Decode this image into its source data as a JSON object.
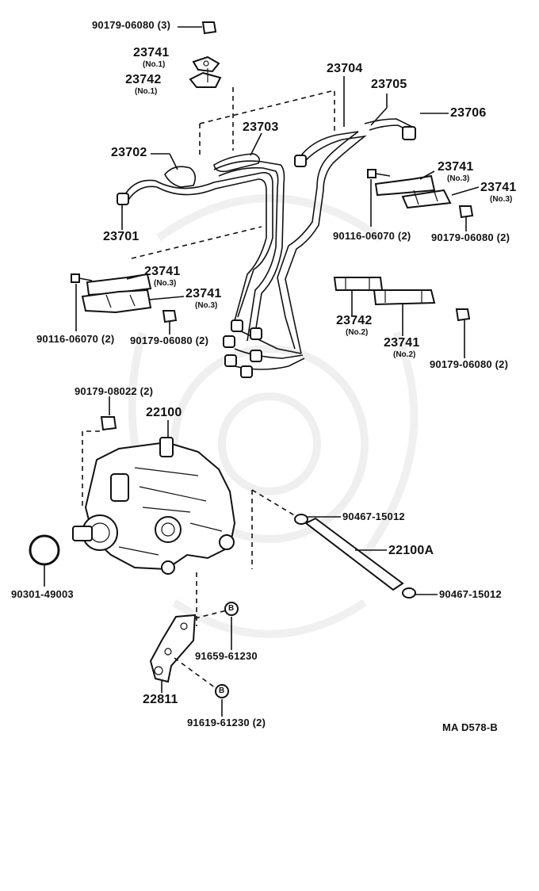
{
  "labels": {
    "p90179_06080_3": "90179-06080 (3)",
    "p23741_no1": "23741",
    "no1_a": "(No.1)",
    "p23742_no1": "23742",
    "no1_b": "(No.1)",
    "p23704": "23704",
    "p23705": "23705",
    "p23706": "23706",
    "p23703": "23703",
    "p23702": "23702",
    "p23701": "23701",
    "p23741_no3_right_a": "23741",
    "no3_right_a": "(No.3)",
    "p23741_no3_right_b": "23741",
    "no3_right_b": "(No.3)",
    "p90116_06070_right": "90116-06070 (2)",
    "p90179_06080_right": "90179-06080 (2)",
    "p23741_no3_left_a": "23741",
    "no3_left_a": "(No.3)",
    "p23741_no3_left_b": "23741",
    "no3_left_b": "(No.3)",
    "p90116_06070_left": "90116-06070 (2)",
    "p90179_06080_left": "90179-06080 (2)",
    "p23742_no2": "23742",
    "no2_a": "(No.2)",
    "p23741_no2": "23741",
    "no2_b": "(No.2)",
    "p90179_06080_lower_right": "90179-06080 (2)",
    "p90179_08022": "90179-08022 (2)",
    "p22100": "22100",
    "p90467_15012_top": "90467-15012",
    "p22100A": "22100A",
    "p90467_15012_bottom": "90467-15012",
    "p90301_49003": "90301-49003",
    "p91659_61230": "91659-61230",
    "p22811": "22811",
    "p91619_61230": "91619-61230 (2)",
    "marker_b_top": "B",
    "marker_b_bottom": "B",
    "diagram_code": "MA D578-B"
  }
}
